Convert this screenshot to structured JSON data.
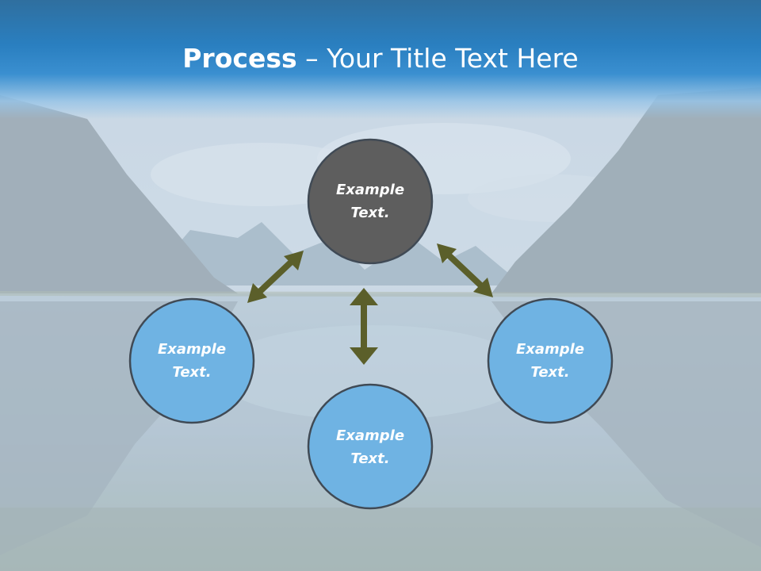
{
  "title": {
    "bold": "Process",
    "rest": " – Your Title Text Here"
  },
  "colors": {
    "header": "#2a7fc0",
    "center_node_fill": "#5e5e5e",
    "outer_node_fill": "#6fb3e3",
    "node_border": "#404a55",
    "arrow": "#5b5f2a"
  },
  "nodes": [
    {
      "id": "top",
      "line1": "Example",
      "line2": "Text."
    },
    {
      "id": "left",
      "line1": "Example",
      "line2": "Text."
    },
    {
      "id": "bottom",
      "line1": "Example",
      "line2": "Text."
    },
    {
      "id": "right",
      "line1": "Example",
      "line2": "Text."
    }
  ],
  "arrows": [
    {
      "from": "top",
      "to": "left",
      "type": "double-headed"
    },
    {
      "from": "top",
      "to": "bottom",
      "type": "double-headed"
    },
    {
      "from": "top",
      "to": "right",
      "type": "double-headed"
    }
  ]
}
